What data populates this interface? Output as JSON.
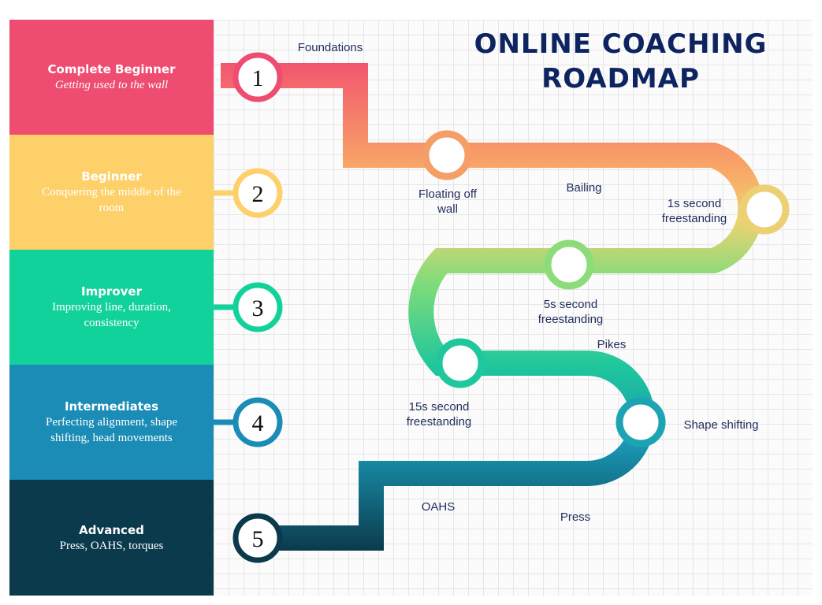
{
  "title": {
    "line1": "ONLINE COACHING",
    "line2": "ROADMAP"
  },
  "colors": {
    "title": "#0e2460",
    "stage1": "#ee4c71",
    "stage2": "#fdd06a",
    "stage3": "#12d29b",
    "stage4": "#1a8cb5",
    "stage5": "#0b3a4c",
    "road_top": "#f2566f",
    "road_bottom": "#0b3a4c",
    "label": "#1f2d5c"
  },
  "stages": [
    {
      "number": "1",
      "title": "Complete Beginner",
      "subtitle": "Getting used to the wall"
    },
    {
      "number": "2",
      "title": "Beginner",
      "subtitle": "Conquering the middle of the room"
    },
    {
      "number": "3",
      "title": "Improver",
      "subtitle": "Improving line, duration, consistency"
    },
    {
      "number": "4",
      "title": "Intermediates",
      "subtitle": "Perfecting alignment, shape shifting, head movements"
    },
    {
      "number": "5",
      "title": "Advanced",
      "subtitle": "Press, OAHS, torques"
    }
  ],
  "milestones": {
    "foundations": "Foundations",
    "floating_off_wall": [
      "Floating off",
      "wall"
    ],
    "bailing": "Bailing",
    "one_s": [
      "1s second",
      "freestanding"
    ],
    "five_s": [
      "5s second",
      "freestanding"
    ],
    "pikes": "Pikes",
    "fifteen_s": [
      "15s second",
      "freestanding"
    ],
    "shape_shifting": "Shape shifting",
    "oahs": "OAHS",
    "press": "Press"
  }
}
